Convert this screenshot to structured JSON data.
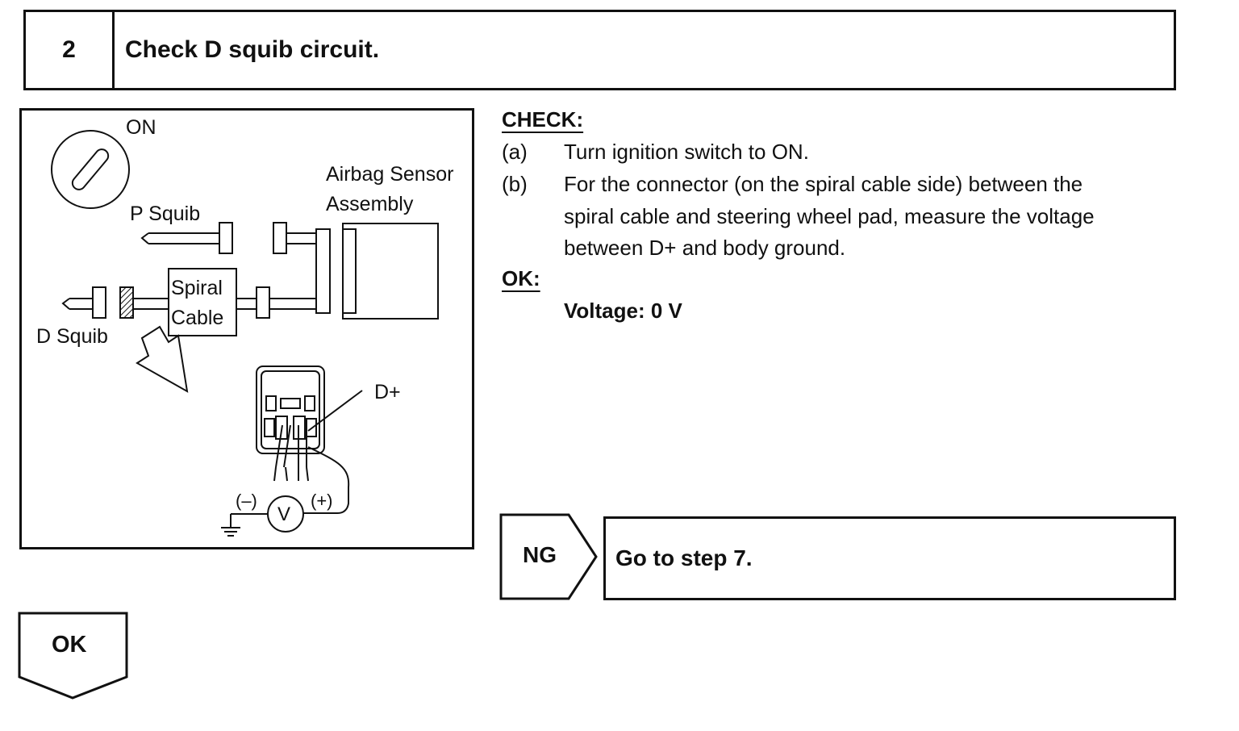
{
  "step": {
    "number": "2",
    "title": "Check D squib circuit."
  },
  "figure": {
    "labels": {
      "on": "ON",
      "airbag_sensor_line1": "Airbag Sensor",
      "airbag_sensor_line2": "Assembly",
      "p_squib": "P Squib",
      "spiral_line1": "Spiral",
      "spiral_line2": "Cable",
      "d_squib": "D Squib",
      "d_plus": "D+",
      "minus": "(–)",
      "plus": "(+)",
      "voltmeter": "V"
    }
  },
  "check": {
    "heading": "CHECK:",
    "items": [
      {
        "marker": "(a)",
        "lines": [
          "Turn ignition switch to ON."
        ]
      },
      {
        "marker": "(b)",
        "lines": [
          "For the connector (on the spiral cable side) between the",
          "spiral cable and steering wheel pad, measure the voltage",
          "between D+ and body ground."
        ]
      }
    ]
  },
  "ok_spec": {
    "heading": "OK:",
    "value": "Voltage: 0 V"
  },
  "ng_result": {
    "label": "NG",
    "action": "Go to step 7."
  },
  "ok_result": {
    "label": "OK"
  }
}
